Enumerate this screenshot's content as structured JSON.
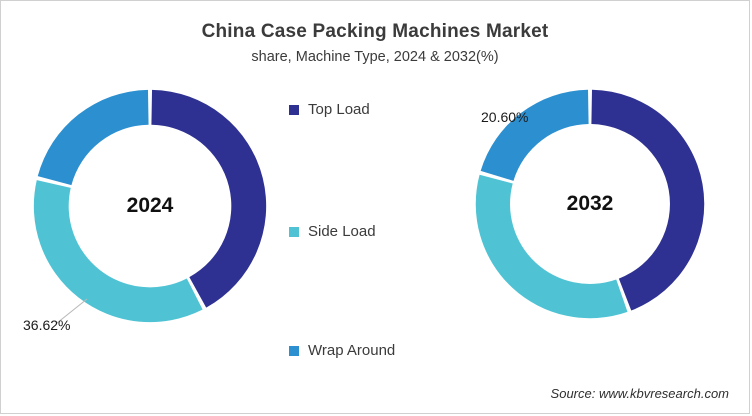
{
  "header": {
    "title": "China Case Packing Machines Market",
    "subtitle": "share, Machine Type, 2024 & 2032(%)"
  },
  "legend": {
    "items": [
      {
        "label": "Top Load",
        "color": "#2E3192"
      },
      {
        "label": "Side Load",
        "color": "#4FC3D4"
      },
      {
        "label": "Wrap Around",
        "color": "#2B8FD0"
      }
    ]
  },
  "footer": {
    "source": "Source: www.kbvresearch.com"
  },
  "labels": {
    "donut_2024_value": "36.62%",
    "donut_2032_value": "20.60%",
    "center_2024": "2024",
    "center_2032": "2032"
  },
  "chart_data": {
    "type": "pie",
    "title": "China Case Packing Machines Market",
    "subtitle": "share, Machine Type, 2024 & 2032(%)",
    "legend_position": "center",
    "categories": [
      "Top Load",
      "Side Load",
      "Wrap Around"
    ],
    "colors": [
      "#2E3192",
      "#4FC3D4",
      "#2B8FD0"
    ],
    "unit": "%",
    "charts": [
      {
        "name": "2024",
        "center_label": "2024",
        "values": [
          42.24,
          36.62,
          21.14
        ],
        "labeled_slices": [
          {
            "category": "Side Load",
            "value": 36.62,
            "text": "36.62%"
          }
        ],
        "start_angle_deg": 0,
        "direction": "clockwise",
        "inner_radius_ratio": 0.7
      },
      {
        "name": "2032",
        "center_label": "2032",
        "values": [
          44.4,
          35.0,
          20.6
        ],
        "labeled_slices": [
          {
            "category": "Wrap Around",
            "value": 20.6,
            "text": "20.60%"
          }
        ],
        "start_angle_deg": 0,
        "direction": "clockwise",
        "inner_radius_ratio": 0.7
      }
    ]
  }
}
